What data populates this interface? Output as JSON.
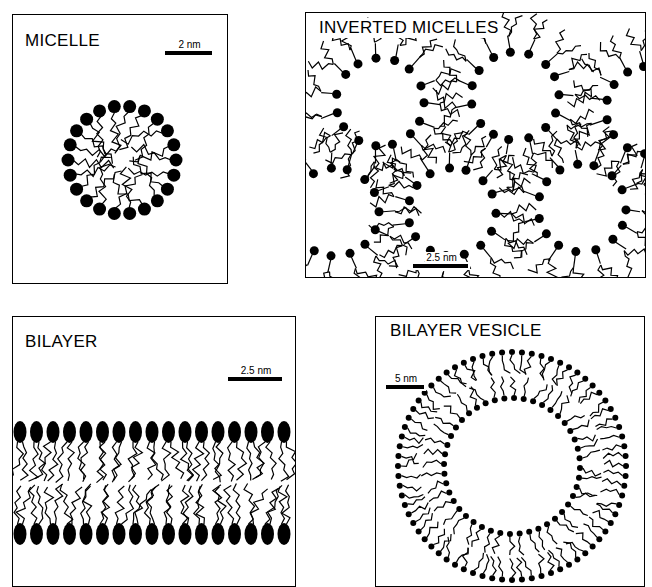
{
  "diagram": {
    "nodes": [
      {
        "text": [
          "MICELLE",
          "2 nm"
        ]
      },
      {
        "text": [
          "INVERTED MICELLES",
          "2.5 nm"
        ]
      },
      {
        "text": [
          "BILAYER",
          "2.5 nm"
        ]
      },
      {
        "text": [
          "BILAYER VESICLE",
          "5 nm"
        ]
      }
    ]
  }
}
